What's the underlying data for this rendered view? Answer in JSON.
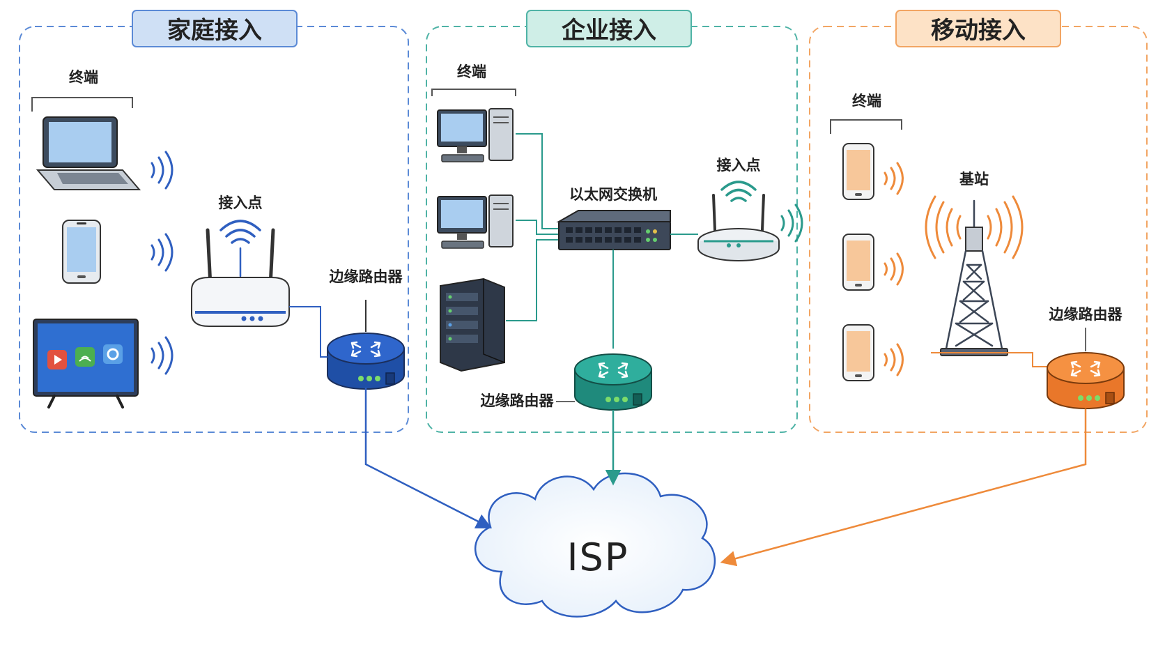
{
  "colors": {
    "home": "#2f5fc0",
    "enterprise": "#2a9a8c",
    "mobile": "#ee8a3a",
    "home_title_bg": "#cfe0f5",
    "enterprise_title_bg": "#cfeee7",
    "mobile_title_bg": "#fde2c6",
    "text": "#222222"
  },
  "sections": {
    "home": {
      "title": "家庭接入",
      "terminals_label": "终端",
      "access_point_label": "接入点",
      "edge_router_label": "边缘路由器",
      "devices": [
        "laptop-icon",
        "smartphone-icon",
        "smart-tv-icon"
      ]
    },
    "enterprise": {
      "title": "企业接入",
      "terminals_label": "终端",
      "switch_label": "以太网交换机",
      "access_point_label": "接入点",
      "edge_router_label": "边缘路由器",
      "devices": [
        "desktop-pc-icon",
        "desktop-pc-icon",
        "server-icon"
      ]
    },
    "mobile": {
      "title": "移动接入",
      "terminals_label": "终端",
      "base_station_label": "基站",
      "edge_router_label": "边缘路由器",
      "devices": [
        "smartphone-icon",
        "smartphone-icon",
        "smartphone-icon"
      ]
    }
  },
  "isp": {
    "label": "ISP"
  }
}
